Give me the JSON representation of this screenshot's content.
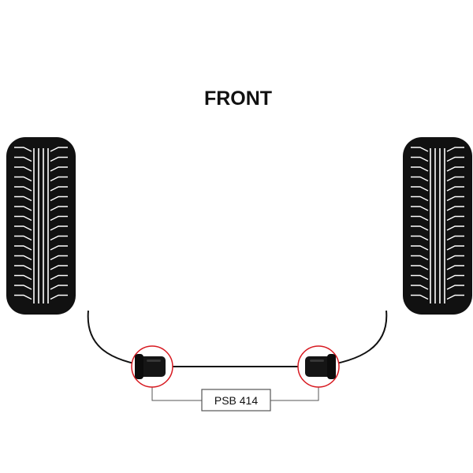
{
  "heading": "FRONT",
  "part_label": "PSB 414",
  "parts": {
    "left_bush": {
      "name": "anti-roll-bar-bush",
      "highlighted": true
    },
    "right_bush": {
      "name": "anti-roll-bar-bush",
      "highlighted": true
    }
  },
  "colors": {
    "background": "#ffffff",
    "tyre": "#111111",
    "tread": "#ffffff",
    "bar": "#111111",
    "highlight_ring": "#d71920",
    "bush": "#151515",
    "label_border": "#555555"
  }
}
